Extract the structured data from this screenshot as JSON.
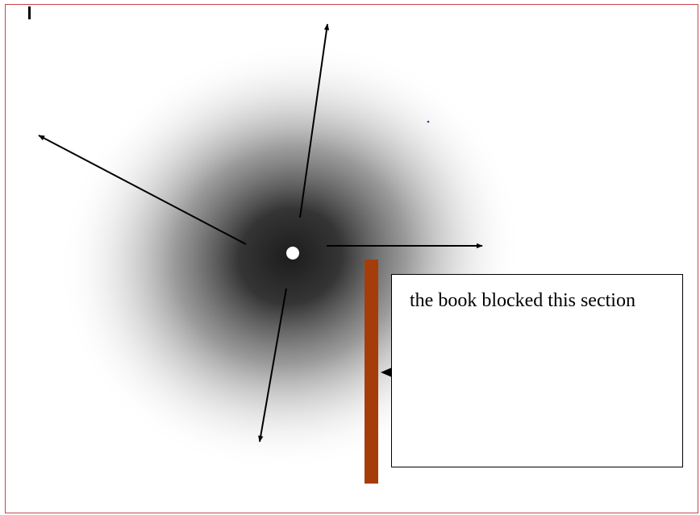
{
  "note": {
    "text": "the book blocked this section"
  },
  "colors": {
    "frame_border": "#c8444b",
    "book": "#a53d0b",
    "shadow": "#1c1c1c",
    "light_source": "#ffffff",
    "arrow": "#000000"
  },
  "icons": {
    "light_source": "light-source-dot",
    "book": "book-bar"
  }
}
